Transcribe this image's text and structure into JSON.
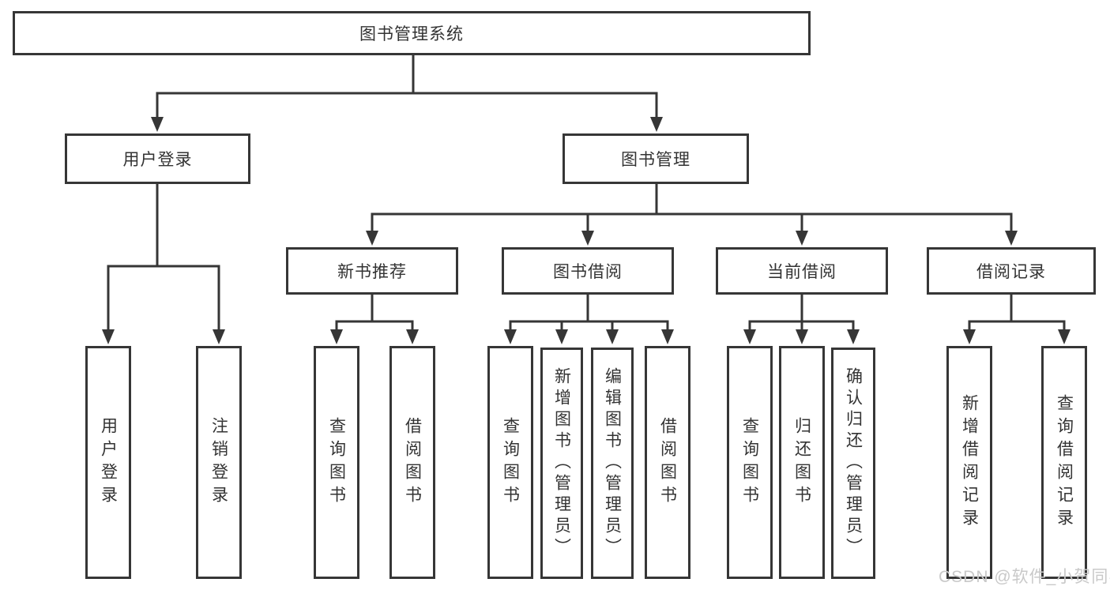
{
  "diagram": {
    "root": {
      "label": "图书管理系统",
      "children": [
        {
          "label": "用户登录",
          "children": [
            {
              "label": "用户登录"
            },
            {
              "label": "注销登录"
            }
          ]
        },
        {
          "label": "图书管理",
          "children": [
            {
              "label": "新书推荐",
              "children": [
                {
                  "label": "查询图书"
                },
                {
                  "label": "借阅图书"
                }
              ]
            },
            {
              "label": "图书借阅",
              "children": [
                {
                  "label": "查询图书"
                },
                {
                  "label": "新增图书（管理员）"
                },
                {
                  "label": "编辑图书（管理员）"
                },
                {
                  "label": "借阅图书"
                }
              ]
            },
            {
              "label": "当前借阅",
              "children": [
                {
                  "label": "查询图书"
                },
                {
                  "label": "归还图书"
                },
                {
                  "label": "确认归还（管理员）"
                }
              ]
            },
            {
              "label": "借阅记录",
              "children": [
                {
                  "label": "新增借阅记录"
                },
                {
                  "label": "查询借阅记录"
                }
              ]
            }
          ]
        }
      ]
    }
  },
  "watermark": {
    "text": "CSDN @软件_小贺同学",
    "color": "#c9c9c9"
  },
  "colors": {
    "line": "#363636",
    "box_border": "#363636",
    "text": "#333333",
    "background": "#ffffff"
  }
}
